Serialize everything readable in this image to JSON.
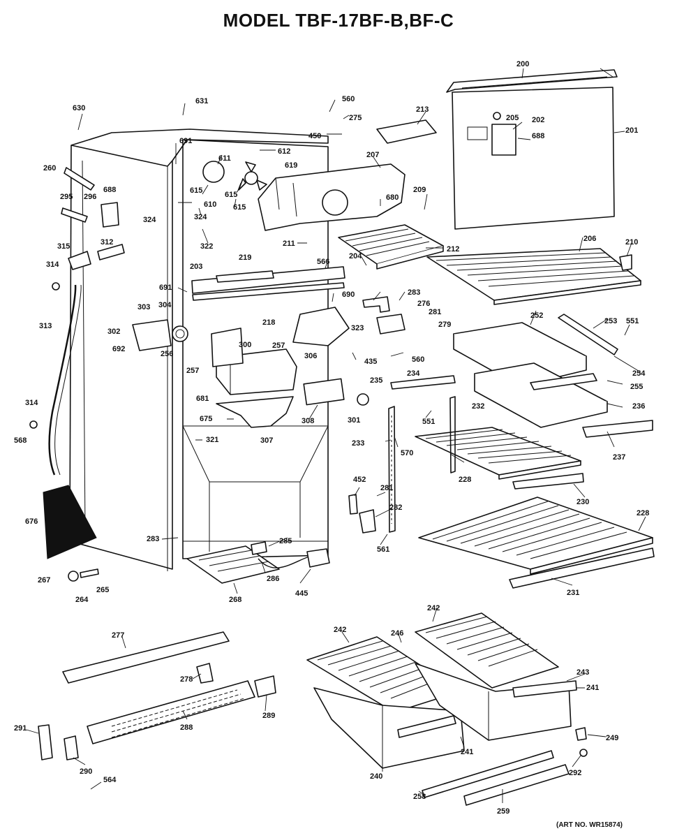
{
  "diagram": {
    "title": "MODEL TBF-17BF-B,BF-C",
    "art_number": "(ART NO. WR15874)"
  },
  "callouts": [
    {
      "id": "c200",
      "text": "200"
    },
    {
      "id": "c201",
      "text": "201"
    },
    {
      "id": "c202",
      "text": "202"
    },
    {
      "id": "c205",
      "text": "205"
    },
    {
      "id": "c688a",
      "text": "688"
    },
    {
      "id": "c213",
      "text": "213"
    },
    {
      "id": "c560a",
      "text": "560"
    },
    {
      "id": "c275",
      "text": "275"
    },
    {
      "id": "c450",
      "text": "450"
    },
    {
      "id": "c207",
      "text": "207"
    },
    {
      "id": "c631",
      "text": "631"
    },
    {
      "id": "c630",
      "text": "630"
    },
    {
      "id": "c691a",
      "text": "691"
    },
    {
      "id": "c611",
      "text": "611"
    },
    {
      "id": "c612",
      "text": "612"
    },
    {
      "id": "c619",
      "text": "619"
    },
    {
      "id": "c260",
      "text": "260"
    },
    {
      "id": "c295",
      "text": "295"
    },
    {
      "id": "c296",
      "text": "296"
    },
    {
      "id": "c688b",
      "text": "688"
    },
    {
      "id": "c324a",
      "text": "324"
    },
    {
      "id": "c615a",
      "text": "615"
    },
    {
      "id": "c610",
      "text": "610"
    },
    {
      "id": "c615b",
      "text": "615"
    },
    {
      "id": "c615c",
      "text": "615"
    },
    {
      "id": "c324b",
      "text": "324"
    },
    {
      "id": "c209",
      "text": "209"
    },
    {
      "id": "c680",
      "text": "680"
    },
    {
      "id": "c322",
      "text": "322"
    },
    {
      "id": "c211",
      "text": "211"
    },
    {
      "id": "c212",
      "text": "212"
    },
    {
      "id": "c206",
      "text": "206"
    },
    {
      "id": "c210",
      "text": "210"
    },
    {
      "id": "c315",
      "text": "315"
    },
    {
      "id": "c312",
      "text": "312"
    },
    {
      "id": "c314a",
      "text": "314"
    },
    {
      "id": "c219",
      "text": "219"
    },
    {
      "id": "c566",
      "text": "566"
    },
    {
      "id": "c204",
      "text": "204"
    },
    {
      "id": "c203",
      "text": "203"
    },
    {
      "id": "c691b",
      "text": "691"
    },
    {
      "id": "c690",
      "text": "690"
    },
    {
      "id": "c283a",
      "text": "283"
    },
    {
      "id": "c276",
      "text": "276"
    },
    {
      "id": "c281a",
      "text": "281"
    },
    {
      "id": "c313",
      "text": "313"
    },
    {
      "id": "c303",
      "text": "303"
    },
    {
      "id": "c304",
      "text": "304"
    },
    {
      "id": "c218",
      "text": "218"
    },
    {
      "id": "c323",
      "text": "323"
    },
    {
      "id": "c279",
      "text": "279"
    },
    {
      "id": "c252",
      "text": "252"
    },
    {
      "id": "c253",
      "text": "253"
    },
    {
      "id": "c551a",
      "text": "551"
    },
    {
      "id": "c302",
      "text": "302"
    },
    {
      "id": "c300",
      "text": "300"
    },
    {
      "id": "c257a",
      "text": "257"
    },
    {
      "id": "c692",
      "text": "692"
    },
    {
      "id": "c256",
      "text": "256"
    },
    {
      "id": "c306",
      "text": "306"
    },
    {
      "id": "c435",
      "text": "435"
    },
    {
      "id": "c560b",
      "text": "560"
    },
    {
      "id": "c254",
      "text": "254"
    },
    {
      "id": "c257b",
      "text": "257"
    },
    {
      "id": "c234",
      "text": "234"
    },
    {
      "id": "c235",
      "text": "235"
    },
    {
      "id": "c255",
      "text": "255"
    },
    {
      "id": "c681",
      "text": "681"
    },
    {
      "id": "c236",
      "text": "236"
    },
    {
      "id": "c314b",
      "text": "314"
    },
    {
      "id": "c232",
      "text": "232"
    },
    {
      "id": "c675",
      "text": "675"
    },
    {
      "id": "c308",
      "text": "308"
    },
    {
      "id": "c301",
      "text": "301"
    },
    {
      "id": "c551b",
      "text": "551"
    },
    {
      "id": "c568",
      "text": "568"
    },
    {
      "id": "c307",
      "text": "307"
    },
    {
      "id": "c321",
      "text": "321"
    },
    {
      "id": "c233",
      "text": "233"
    },
    {
      "id": "c570",
      "text": "570"
    },
    {
      "id": "c237",
      "text": "237"
    },
    {
      "id": "c228a",
      "text": "228"
    },
    {
      "id": "c452",
      "text": "452"
    },
    {
      "id": "c230",
      "text": "230"
    },
    {
      "id": "c281b",
      "text": "281"
    },
    {
      "id": "c282a",
      "text": "282"
    },
    {
      "id": "c228b",
      "text": "228"
    },
    {
      "id": "c676",
      "text": "676"
    },
    {
      "id": "c283b",
      "text": "283"
    },
    {
      "id": "c285",
      "text": "285"
    },
    {
      "id": "c561",
      "text": "561"
    },
    {
      "id": "c267",
      "text": "267"
    },
    {
      "id": "c286",
      "text": "286"
    },
    {
      "id": "c231",
      "text": "231"
    },
    {
      "id": "c264",
      "text": "264"
    },
    {
      "id": "c265",
      "text": "265"
    },
    {
      "id": "c268",
      "text": "268"
    },
    {
      "id": "c445",
      "text": "445"
    },
    {
      "id": "c242a",
      "text": "242"
    },
    {
      "id": "c277",
      "text": "277"
    },
    {
      "id": "c242b",
      "text": "242"
    },
    {
      "id": "c246",
      "text": "246"
    },
    {
      "id": "c243",
      "text": "243"
    },
    {
      "id": "c278",
      "text": "278"
    },
    {
      "id": "c241a",
      "text": "241"
    },
    {
      "id": "c289",
      "text": "289"
    },
    {
      "id": "c288",
      "text": "288"
    },
    {
      "id": "c291",
      "text": "291"
    },
    {
      "id": "c241b",
      "text": "241"
    },
    {
      "id": "c249",
      "text": "249"
    },
    {
      "id": "c290",
      "text": "290"
    },
    {
      "id": "c564",
      "text": "564"
    },
    {
      "id": "c240",
      "text": "240"
    },
    {
      "id": "c292",
      "text": "292"
    },
    {
      "id": "c258",
      "text": "258"
    },
    {
      "id": "c259",
      "text": "259"
    }
  ]
}
